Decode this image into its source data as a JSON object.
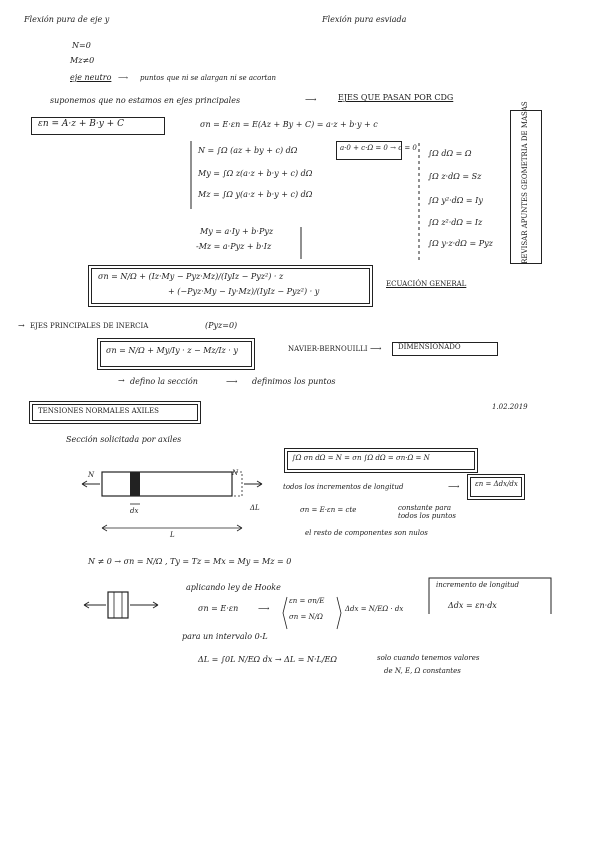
{
  "header": {
    "left_title": "Flexión pura de eje y",
    "right_title": "Flexión pura esviada"
  },
  "conditions": [
    "N=0",
    "Mz≠0"
  ],
  "neutral_axis": {
    "label": "eje neutro",
    "text": "puntos que ni se alargan ni se acortan"
  },
  "assumption": {
    "text": "suponemos que no estamos en ejes principales",
    "result": "EJES QUE PASAN POR CDG"
  },
  "strain": {
    "formula": "εn = A·z + B·y + C"
  },
  "stress": {
    "formula": "σn = E·εn = E(Az + By + C) = a·z + b·y + c"
  },
  "equilibrium": [
    "N = ∫Ω (az + by + c) dΩ",
    "a·0 + c·Ω = 0  →  c = 0",
    "My = ∫Ω z(a·z + b·y + c) dΩ",
    "Mz = ∫Ω y(a·z + b·y + c) dΩ"
  ],
  "moments": [
    "My = a·Iy + b·Pyz",
    "-Mz = a·Pyz + b·Iz"
  ],
  "properties": {
    "integrals": [
      "∫Ω dΩ = Ω",
      "∫Ω z·dΩ = Sz",
      "∫Ω y²·dΩ = Iy",
      "∫Ω z²·dΩ = Iz",
      "∫Ω y·z·dΩ = Pyz"
    ],
    "side_label": "REVISAR APUNTES GEOMETRIA DE MASAS"
  },
  "general": {
    "formula_a": "σn = N/Ω + (Iz·My − Pyz·Mz)/(IyIz − Pyz²) · z",
    "formula_b": "+ (−Pyz·My − Iy·Mz)/(IyIz − Pyz²) · y",
    "label": "ECUACIÓN GENERAL"
  },
  "principal": {
    "arrow_text": "EJES PRINCIPALES DE INERCIA",
    "condition": "(Pyz=0)",
    "formula": "σn = N/Ω + My/Iy · z − Mz/Iz · y",
    "name": "NAVIER-BERNOUILLI",
    "result": "DIMENSIONADO"
  },
  "section_def": {
    "text": "defino la sección",
    "result": "definimos los puntos"
  },
  "section2": {
    "title": "TENSIONES NORMALES AXILES",
    "date": "1.02.2019",
    "subtitle": "Sección solicitada por axiles"
  },
  "bar": {
    "left_label": "N",
    "right_label": "N",
    "delta": "ΔL",
    "dx_label": "dx",
    "length_label": "L"
  },
  "notes": {
    "integral_box": "∫Ω σn dΩ = N = σn ∫Ω dΩ = σn·Ω = N",
    "same_increment": "todos los incrementos de longitud",
    "strain_box": "εn = Δdx/dx",
    "constant_stress": "σn = E·εn = cte",
    "constant_for_all": "constante para todos los puntos",
    "rest_zero": "el resto de componentes son nulos"
  },
  "axial": {
    "line": "N ≠ 0  →  σn = N/Ω ,  Ty = Tz = Mx = My = Mz = 0",
    "hooke": "aplicando ley de Hooke",
    "hooke_eq": "σn = E·εn",
    "eps_a": "εn = σn/E",
    "eps_b": "σn = N/Ω",
    "ddx": "Δdx = N/EΩ · dx",
    "increment_title": "incremento de longitud",
    "increment_formula": "Δdx = εn·dx",
    "interval": "para un intervalo 0-L",
    "delta_l": "ΔL = ∫0L N/EΩ dx  →  ΔL = N·L/EΩ",
    "only_when": "solo cuando tenemos valores",
    "constants": "de N, E, Ω constantes"
  }
}
